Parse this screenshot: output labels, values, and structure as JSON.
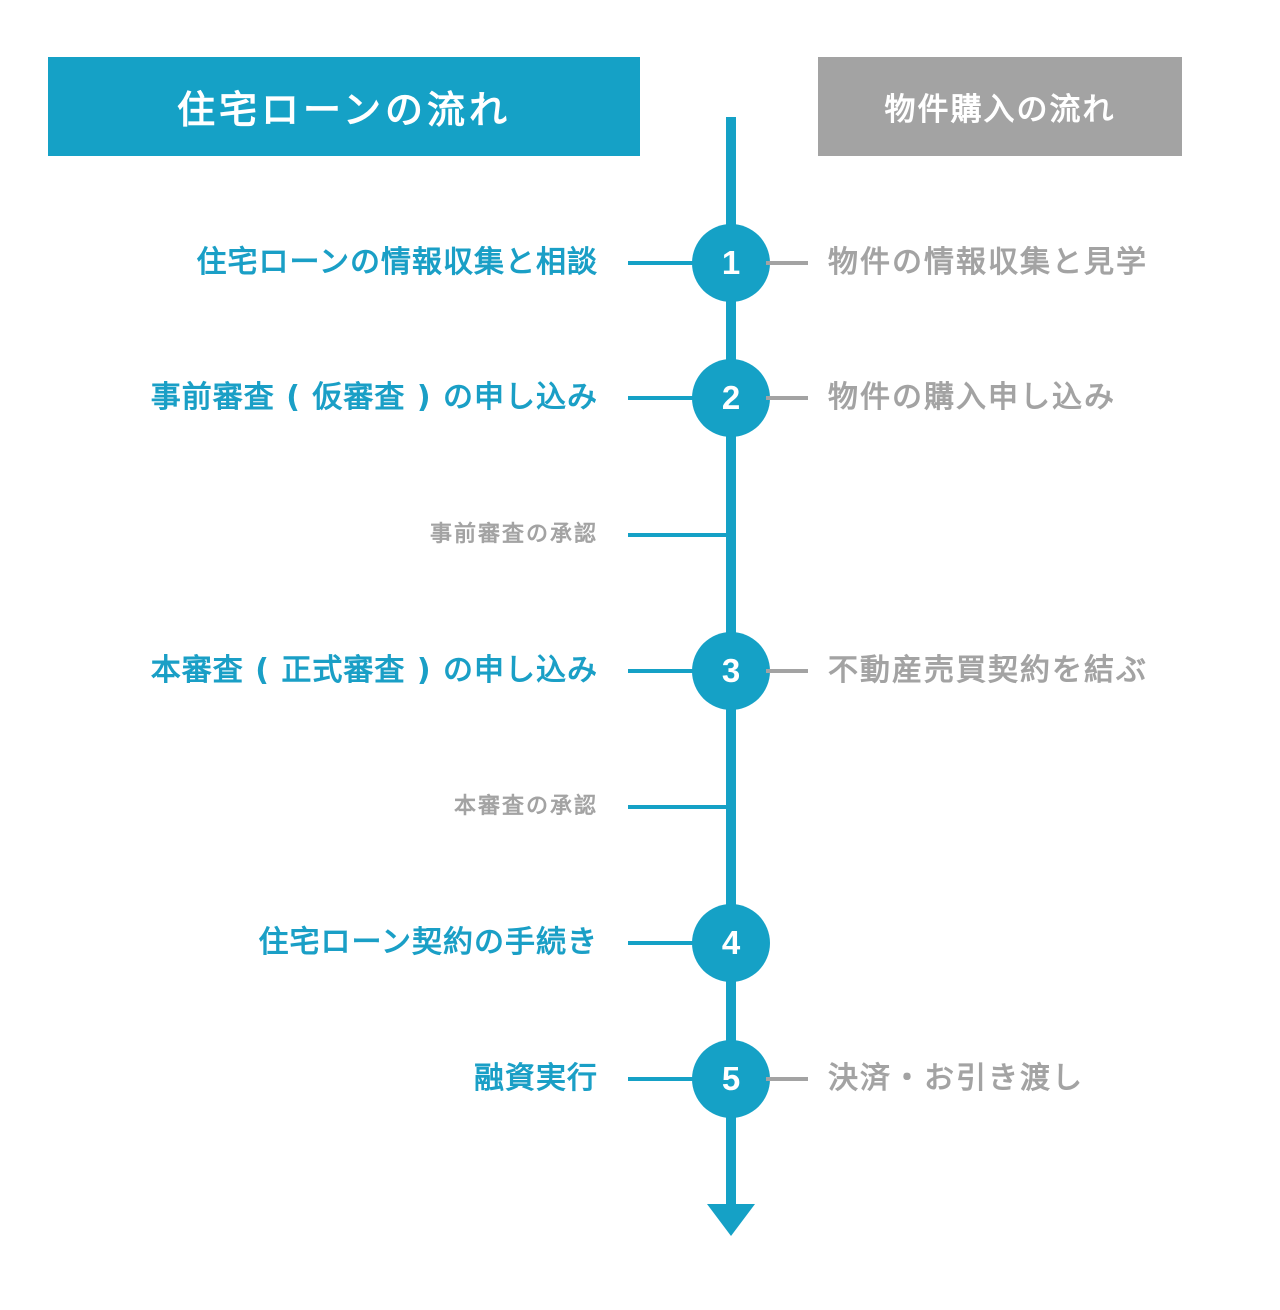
{
  "headers": {
    "loan": "住宅ローンの流れ",
    "property": "物件購入の流れ"
  },
  "steps": [
    {
      "number": "1",
      "loan": "住宅ローンの情報収集と相談",
      "property": "物件の情報収集と見学"
    },
    {
      "number": "2",
      "loan": "事前審査 ( 仮審査 ) の申し込み",
      "property": "物件の購入申し込み"
    },
    {
      "number": "3",
      "loan": "本審査 ( 正式審査 ) の申し込み",
      "property": "不動産売買契約を結ぶ"
    },
    {
      "number": "4",
      "loan": "住宅ローン契約の手続き",
      "property": ""
    },
    {
      "number": "5",
      "loan": "融資実行",
      "property": "決済・お引き渡し"
    }
  ],
  "sub_steps": [
    {
      "label": "事前審査の承認"
    },
    {
      "label": "本審査の承認"
    }
  ],
  "colors": {
    "loan_accent": "#15a1c6",
    "property_accent": "#a3a3a3"
  }
}
